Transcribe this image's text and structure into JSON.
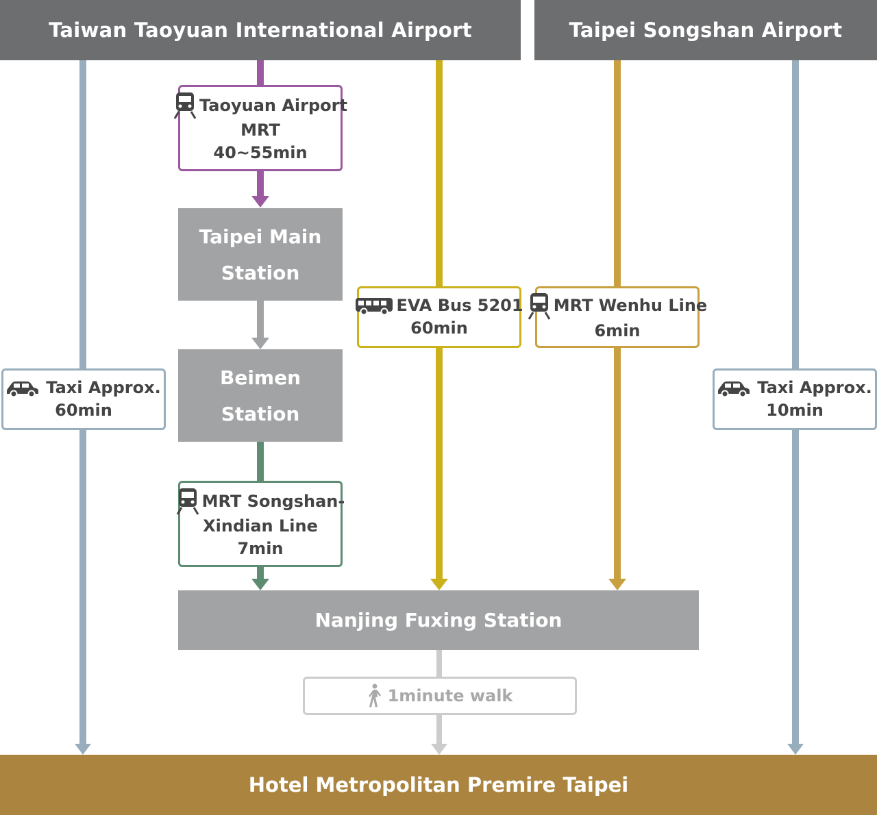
{
  "headers": {
    "taoyuan": "Taiwan Taoyuan International Airport",
    "songshan": "Taipei Songshan Airport"
  },
  "stations": {
    "taipei_main_line1": "Taipei Main",
    "taipei_main_line2": "Station",
    "beimen_line1": "Beimen",
    "beimen_line2": "Station",
    "nanjing": "Nanjing Fuxing Station"
  },
  "destination": "Hotel Metropolitan Premire Taipei",
  "routes": {
    "taoyuan_mrt": {
      "line1": "Taoyuan Airport",
      "line2": "MRT",
      "time": "40~55min",
      "icon": "train-icon",
      "color": "#9b5aa0"
    },
    "songshan_xindian": {
      "line1": "MRT Songshan-",
      "line2": "Xindian Line",
      "time": "7min",
      "icon": "train-icon",
      "color": "#5e8c72"
    },
    "eva_bus": {
      "label": "EVA Bus 5201",
      "time": "60min",
      "icon": "bus-icon",
      "color": "#cbb21c"
    },
    "wenhu": {
      "label": "MRT Wenhu Line",
      "time": "6min",
      "icon": "train-icon",
      "color": "#c9a040"
    },
    "taxi_taoyuan": {
      "label": "Taxi Approx.",
      "time": "60min",
      "icon": "car-icon",
      "color": "#98aebd"
    },
    "taxi_songshan": {
      "label": "Taxi Approx.",
      "time": "10min",
      "icon": "car-icon",
      "color": "#98aebd"
    },
    "walk": {
      "label": "1minute walk",
      "icon": "walking-person-icon",
      "color": "#cccccc"
    }
  },
  "colors": {
    "header": "#6d6e70",
    "station": "#a2a3a5",
    "hotel": "#ab8540",
    "connector_gray": "#a2a3a5"
  }
}
